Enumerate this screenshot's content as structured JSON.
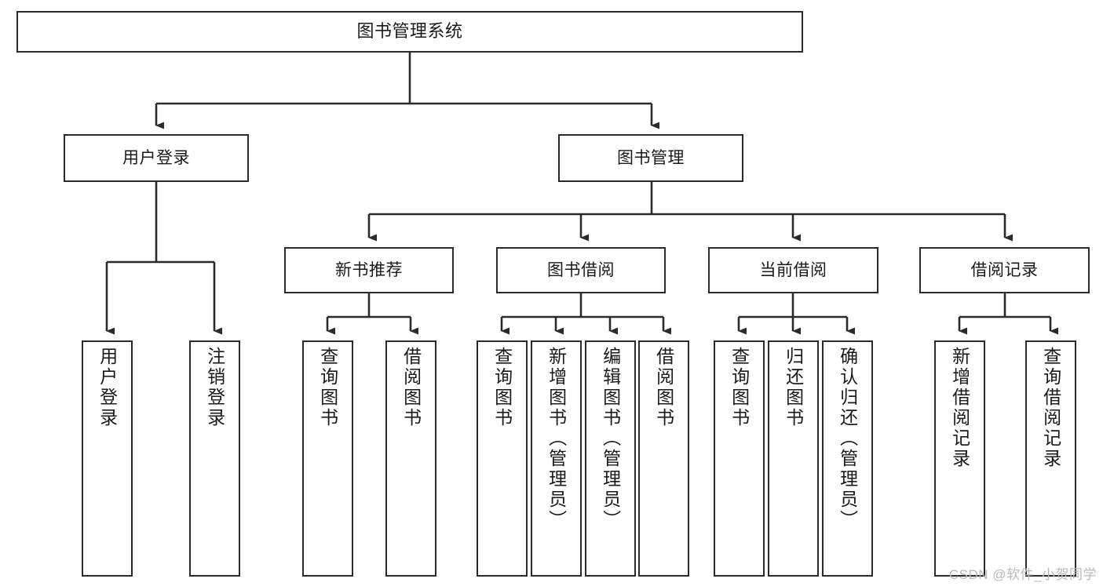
{
  "diagram": {
    "title": "图书管理系统",
    "type": "tree-hierarchy-diagram",
    "colors": {
      "box_border": "#2b2b2b",
      "box_fill": "#ffffff",
      "connector": "#2b2b2b",
      "text": "#1a1a1a",
      "watermark": "#b9b9b9",
      "background": "#ffffff"
    },
    "watermark": "CSDN @软件_小贺同学"
  },
  "nodes": {
    "root": {
      "label": "图书管理系统"
    },
    "level2": [
      {
        "id": "user-login",
        "label": "用户登录"
      },
      {
        "id": "book-manage",
        "label": "图书管理"
      }
    ],
    "level3": [
      {
        "id": "new-book-recommend",
        "label": "新书推荐"
      },
      {
        "id": "book-borrow",
        "label": "图书借阅"
      },
      {
        "id": "current-borrow",
        "label": "当前借阅"
      },
      {
        "id": "borrow-record",
        "label": "借阅记录"
      }
    ],
    "leaves": {
      "user-login": [
        {
          "id": "leaf-user-login",
          "label": "用户登录"
        },
        {
          "id": "leaf-user-logout",
          "label": "注销登录"
        }
      ],
      "new-book-recommend": [
        {
          "id": "leaf-query-book-1",
          "label": "查询图书"
        },
        {
          "id": "leaf-borrow-book-1",
          "label": "借阅图书"
        }
      ],
      "book-borrow": [
        {
          "id": "leaf-query-book-2",
          "label": "查询图书"
        },
        {
          "id": "leaf-add-book",
          "label": "新增图书（管理员）"
        },
        {
          "id": "leaf-edit-book",
          "label": "编辑图书（管理员）"
        },
        {
          "id": "leaf-borrow-book-2",
          "label": "借阅图书"
        }
      ],
      "current-borrow": [
        {
          "id": "leaf-query-book-3",
          "label": "查询图书"
        },
        {
          "id": "leaf-return-book",
          "label": "归还图书"
        },
        {
          "id": "leaf-confirm-return",
          "label": "确认归还（管理员）"
        }
      ],
      "borrow-record": [
        {
          "id": "leaf-add-record",
          "label": "新增借阅记录"
        },
        {
          "id": "leaf-query-record",
          "label": "查询借阅记录"
        }
      ]
    }
  }
}
